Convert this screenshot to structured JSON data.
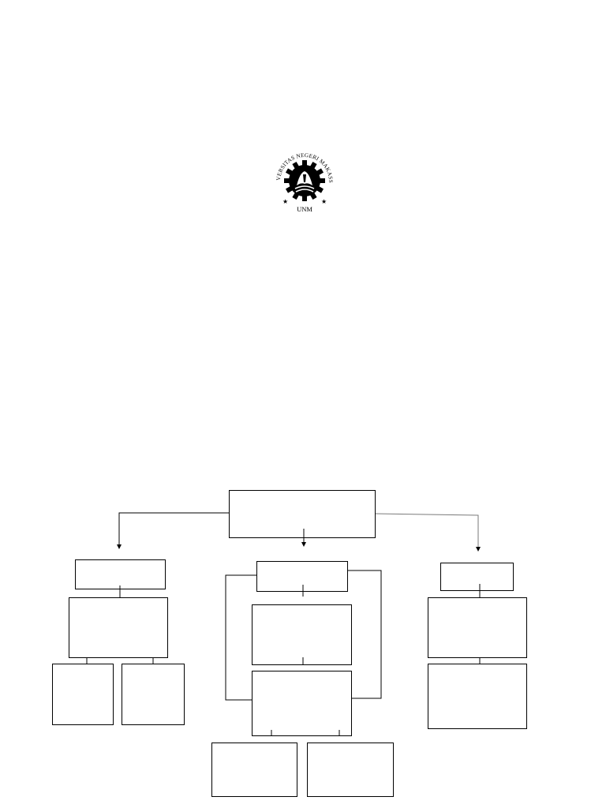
{
  "logo": {
    "name": "university-seal",
    "ring_text": "UNIVERSITAS NEGERI MAKASSAR",
    "abbreviation": "UNM"
  },
  "diagram": {
    "boxes": [],
    "colors": {
      "stroke": "#000000",
      "background": "#ffffff"
    }
  }
}
